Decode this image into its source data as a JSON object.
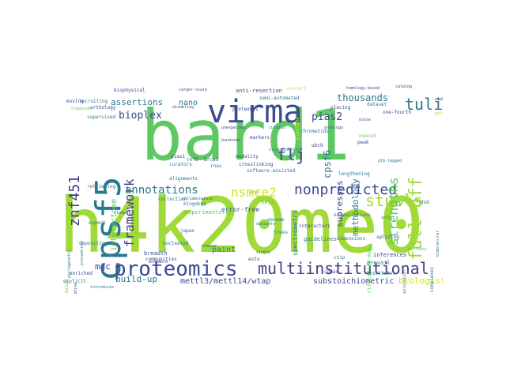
{
  "palette": {
    "navy": "#3b4992",
    "indigo": "#433e85",
    "teal": "#2a788e",
    "green": "#5ec962",
    "lime": "#a0da39",
    "yellow": "#d7e219",
    "purple": "#440154"
  },
  "words": [
    {
      "text": "bard1",
      "color": "#5ec962"
    },
    {
      "text": "h4k20me0",
      "color": "#a0da39"
    },
    {
      "text": "cpsf5",
      "color": "#2a788e"
    },
    {
      "text": "virma",
      "color": "#3b4992"
    },
    {
      "text": "proteomics",
      "color": "#3b4992"
    },
    {
      "text": "multiinstitutional",
      "color": "#433e85"
    },
    {
      "text": "nonpredicted",
      "color": "#3b4992"
    },
    {
      "text": "stubls",
      "color": "#a0da39"
    },
    {
      "text": "tulip",
      "color": "#2a788e"
    },
    {
      "text": "full-off",
      "color": "#a0da39"
    },
    {
      "text": "flj",
      "color": "#3b4992"
    },
    {
      "text": "nsmce2",
      "color": "#d7e219"
    },
    {
      "text": "framework",
      "color": "#433e85"
    },
    {
      "text": "znf451",
      "color": "#433e85"
    },
    {
      "text": "annotations",
      "color": "#2a788e"
    },
    {
      "text": "strengths",
      "color": "#5ec962"
    },
    {
      "text": "bioplex",
      "color": "#3b4992"
    },
    {
      "text": "pias2",
      "color": "#3b4992"
    },
    {
      "text": "thousands",
      "color": "#2a788e"
    },
    {
      "text": "assertions",
      "color": "#2a788e"
    },
    {
      "text": "cpsf6",
      "color": "#2a788e"
    },
    {
      "text": "supresses",
      "color": "#3b4992"
    },
    {
      "text": "methodology",
      "color": "#2a788e"
    },
    {
      "text": "build-up",
      "color": "#2a788e"
    },
    {
      "text": "mettl3/mettl14/wtap",
      "color": "#3b4992"
    },
    {
      "text": "substoichiometric",
      "color": "#3b4992"
    },
    {
      "text": "biologist",
      "color": "#d7e219"
    },
    {
      "text": "mgc",
      "color": "#3b4992"
    },
    {
      "text": "paint",
      "color": "#2a788e"
    },
    {
      "text": "nano",
      "color": "#2a788e"
    },
    {
      "text": "interactome",
      "color": "#5ec962"
    },
    {
      "text": "spectrometry",
      "color": "#2a788e"
    },
    {
      "text": "error-free",
      "color": "#3b4992"
    },
    {
      "text": "purification-mass",
      "color": "#5ec962"
    },
    {
      "text": "chromatids",
      "color": "#2a788e"
    },
    {
      "text": "anti-resection",
      "color": "#3b4992"
    },
    {
      "text": "ubc9",
      "color": "#3b4992"
    },
    {
      "text": "prevail",
      "color": "#2a788e"
    },
    {
      "text": "inferences",
      "color": "#3b4992"
    },
    {
      "text": "guidelines",
      "color": "#2a788e"
    },
    {
      "text": "breadth",
      "color": "#3b4992"
    },
    {
      "text": "communities",
      "color": "#3b4992"
    },
    {
      "text": "collection",
      "color": "#2a788e"
    },
    {
      "text": "kingdoms",
      "color": "#2a788e"
    },
    {
      "text": "trees",
      "color": "#2a788e"
    },
    {
      "text": "institutes",
      "color": "#2a788e"
    },
    {
      "text": "explicit",
      "color": "#2a788e"
    },
    {
      "text": "retrieving",
      "color": "#2a788e"
    },
    {
      "text": "alignments",
      "color": "#2a788e"
    },
    {
      "text": "curators",
      "color": "#2a788e"
    },
    {
      "text": "brca1",
      "color": "#3b4992"
    },
    {
      "text": "pias1",
      "color": "#3b4992"
    },
    {
      "text": "japan",
      "color": "#2a788e"
    },
    {
      "text": "expert",
      "color": "#2a788e"
    },
    {
      "text": "depositing",
      "color": "#2a788e"
    },
    {
      "text": "genome",
      "color": "#2a788e"
    },
    {
      "text": "cdnas",
      "color": "#3b4992"
    },
    {
      "text": "dimensions",
      "color": "#2a788e"
    },
    {
      "text": "dsb",
      "color": "#2a788e"
    },
    {
      "text": "one-fourth",
      "color": "#3b4992"
    },
    {
      "text": "dataset",
      "color": "#2a788e"
    },
    {
      "text": "placing",
      "color": "#3b4992"
    },
    {
      "text": "lengthening",
      "color": "#2a788e"
    },
    {
      "text": "proteomes",
      "color": "#3b4992"
    },
    {
      "text": "ests",
      "color": "#3b4992"
    },
    {
      "text": "experimentally",
      "color": "#5ec962"
    },
    {
      "text": "nucleated",
      "color": "#2a788e"
    },
    {
      "text": "enriched",
      "color": "#3b4992"
    },
    {
      "text": "splicing",
      "color": "#3b4992"
    },
    {
      "text": "software-assisted",
      "color": "#2a788e"
    },
    {
      "text": "semi-automated",
      "color": "#2a788e"
    },
    {
      "text": "homology-based",
      "color": "#3b4992"
    },
    {
      "text": "concert",
      "color": "#d7e219"
    },
    {
      "text": "modality",
      "color": "#3b4992"
    },
    {
      "text": "crosslinking",
      "color": "#3b4992"
    },
    {
      "text": "nsmce3",
      "color": "#5ec962"
    },
    {
      "text": "peak",
      "color": "#3b4992"
    },
    {
      "text": "interactors",
      "color": "#3b4992"
    },
    {
      "text": "organizations",
      "color": "#2a788e"
    },
    {
      "text": "recruiting",
      "color": "#2a788e"
    },
    {
      "text": "supervised",
      "color": "#2a788e"
    },
    {
      "text": "orthology",
      "color": "#3b4992"
    },
    {
      "text": "biophysical",
      "color": "#3b4992"
    },
    {
      "text": "rnas",
      "color": "#2a788e"
    },
    {
      "text": "markers",
      "color": "#3b4992"
    },
    {
      "text": "hela",
      "color": "#5ec962"
    },
    {
      "text": "pipeline",
      "color": "#d7e219"
    },
    {
      "text": "choose",
      "color": "#3b4992"
    },
    {
      "text": "single",
      "color": "#3b4992"
    },
    {
      "text": "microbes",
      "color": "#5ec962"
    },
    {
      "text": "ontology",
      "color": "#3b4992"
    },
    {
      "text": "noise",
      "color": "#3b4992"
    },
    {
      "text": "snf2",
      "color": "#2a788e"
    },
    {
      "text": "rnf8",
      "color": "#3b4992"
    },
    {
      "text": "moving",
      "color": "#3b4992"
    },
    {
      "text": "organisms",
      "color": "#5ec962"
    },
    {
      "text": "clones",
      "color": "#3b4992"
    },
    {
      "text": "larger-scale",
      "color": "#3b4992"
    },
    {
      "text": "assemble",
      "color": "#3b4992"
    },
    {
      "text": "coexpression",
      "color": "#5ec962"
    },
    {
      "text": "hundreds",
      "color": "#3b4992"
    },
    {
      "text": "curated",
      "color": "#2a788e"
    },
    {
      "text": "disabling",
      "color": "#3b4992"
    },
    {
      "text": "post-replicative",
      "color": "#3b4992"
    },
    {
      "text": "procedures",
      "color": "#2a788e"
    },
    {
      "text": "phylogenetic",
      "color": "#2a788e"
    },
    {
      "text": "exploration",
      "color": "#2a788e"
    },
    {
      "text": "ctip",
      "color": "#2a788e"
    },
    {
      "text": "introduces",
      "color": "#2a788e"
    },
    {
      "text": "unexpected",
      "color": "#3b4992"
    },
    {
      "text": "gfp-tagged",
      "color": "#2a788e"
    },
    {
      "text": "co-complexes",
      "color": "#2a788e"
    },
    {
      "text": "emphasis",
      "color": "#3b4992"
    },
    {
      "text": "collaborators",
      "color": "#3b4992"
    },
    {
      "text": "datasets",
      "color": "#2a788e"
    },
    {
      "text": "wtap",
      "color": "#5ec962"
    },
    {
      "text": "bimolecular",
      "color": "#2a788e"
    },
    {
      "text": "stoichiometry",
      "color": "#2a788e"
    },
    {
      "text": "catalog",
      "color": "#3b4992"
    },
    {
      "text": "pole",
      "color": "#a0da39"
    }
  ]
}
